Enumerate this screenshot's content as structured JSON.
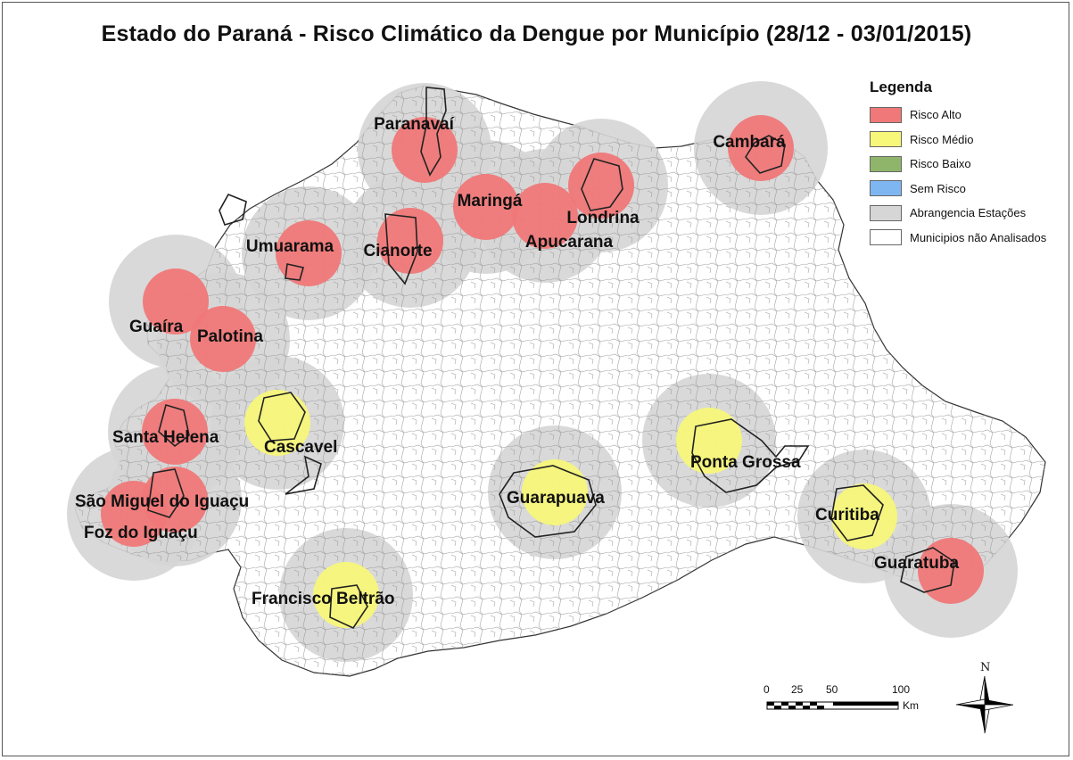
{
  "title": "Estado do Paraná - Risco Climático da Dengue por Município (28/12 - 03/01/2015)",
  "legend": {
    "title": "Legenda",
    "items": [
      {
        "label": "Risco Alto",
        "color": "#f07878"
      },
      {
        "label": "Risco Médio",
        "color": "#f7f77a"
      },
      {
        "label": "Risco Baixo",
        "color": "#8fb56a"
      },
      {
        "label": "Sem Risco",
        "color": "#7eb6f2"
      },
      {
        "label": "Abrangencia Estações",
        "color": "#d6d6d6"
      },
      {
        "label": "Municipios não Analisados",
        "color": "#ffffff"
      }
    ]
  },
  "stations": [
    {
      "name": "Paranavaí",
      "risk": "alto"
    },
    {
      "name": "Cambará",
      "risk": "alto"
    },
    {
      "name": "Maringá",
      "risk": "alto"
    },
    {
      "name": "Londrina",
      "risk": "alto"
    },
    {
      "name": "Apucarana",
      "risk": "alto"
    },
    {
      "name": "Umuarama",
      "risk": "alto"
    },
    {
      "name": "Cianorte",
      "risk": "alto"
    },
    {
      "name": "Guaíra",
      "risk": "alto"
    },
    {
      "name": "Palotina",
      "risk": "alto"
    },
    {
      "name": "Santa Helena",
      "risk": "alto"
    },
    {
      "name": "Cascavel",
      "risk": "medio"
    },
    {
      "name": "São Miguel do Iguaçu",
      "risk": "alto"
    },
    {
      "name": "Foz do Iguaçu",
      "risk": "alto"
    },
    {
      "name": "Guarapuava",
      "risk": "medio"
    },
    {
      "name": "Ponta Grossa",
      "risk": "medio"
    },
    {
      "name": "Curitiba",
      "risk": "medio"
    },
    {
      "name": "Guaratuba",
      "risk": "alto"
    },
    {
      "name": "Francisco Beltrão",
      "risk": "medio"
    }
  ],
  "scale_bar": {
    "ticks": [
      "0",
      "25",
      "50",
      "100"
    ],
    "unit": "Km"
  },
  "north_arrow": {
    "label": "N"
  }
}
